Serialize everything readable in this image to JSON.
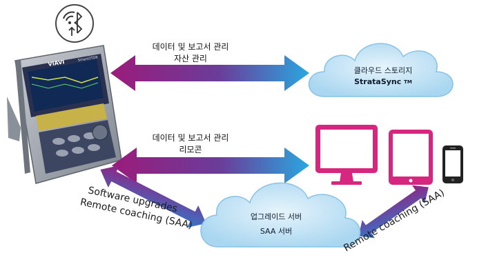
{
  "arrows": {
    "top": {
      "line1": "데이터 및 보고서 관리",
      "line2": "자산 관리"
    },
    "middle": {
      "line1": "데이터 및 보고서 관리",
      "line2": "리모콘"
    }
  },
  "cloud_storage": {
    "line1": "클라우드 스토리지",
    "line2": "StrataSync",
    "trademark": "TM"
  },
  "cloud_server": {
    "line1": "업그레이드 서버",
    "line2": "SAA 서버"
  },
  "left_note": {
    "line1": "Software upgrades",
    "line2": "Remote coaching (SAA)"
  },
  "right_note": {
    "text": "Remote coaching (SAA)"
  },
  "device": {
    "brand": "VIAVI",
    "model": "SmartOTDR"
  },
  "icons": {
    "wireless": "wireless-usb-bluetooth-icon",
    "monitor": "monitor-icon",
    "tablet": "tablet-icon",
    "phone": "phone-icon"
  },
  "colors": {
    "arrow_start": "#9b1b7b",
    "arrow_end": "#2aa7df",
    "device_accent": "#d6267f",
    "cloud": "#bfe1f4"
  }
}
